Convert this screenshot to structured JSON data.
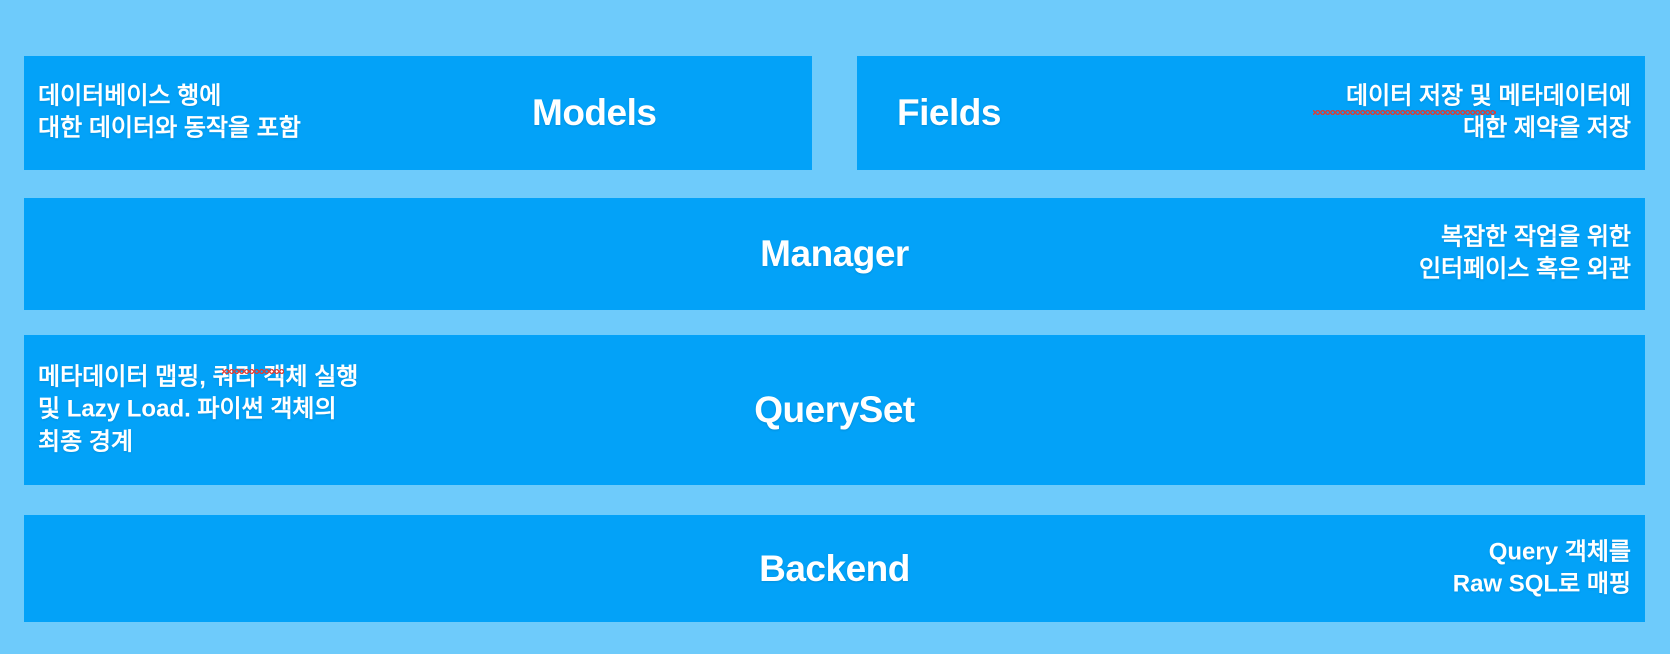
{
  "diagram": {
    "background_color": "#6ecbfb",
    "box_color": "#03a2f8",
    "text_color": "#ffffff",
    "spellcheck_underline_color": "#e8392c",
    "layers": [
      {
        "id": "models",
        "title": "Models",
        "description": "데이터베이스 행에\n대한 데이터와 동작을 포함",
        "description_align": "left",
        "row": 1,
        "column": "left"
      },
      {
        "id": "fields",
        "title": "Fields",
        "description": "데이터 저장 및 메타데이터에\n대한 제약을 저장",
        "description_align": "right",
        "row": 1,
        "column": "right"
      },
      {
        "id": "manager",
        "title": "Manager",
        "description": "복잡한 작업을 위한\n인터페이스 혹은 외관",
        "description_align": "right",
        "row": 2,
        "column": "full"
      },
      {
        "id": "queryset",
        "title": "QuerySet",
        "description": "메타데이터 맵핑, 쿼리 객체 실행\n및 Lazy Load. 파이썬 객체의\n최종 경계",
        "description_align": "left",
        "row": 3,
        "column": "full"
      },
      {
        "id": "backend",
        "title": "Backend",
        "description": "Query 객체를\nRaw SQL로 매핑",
        "description_align": "right",
        "row": 4,
        "column": "full"
      }
    ]
  }
}
